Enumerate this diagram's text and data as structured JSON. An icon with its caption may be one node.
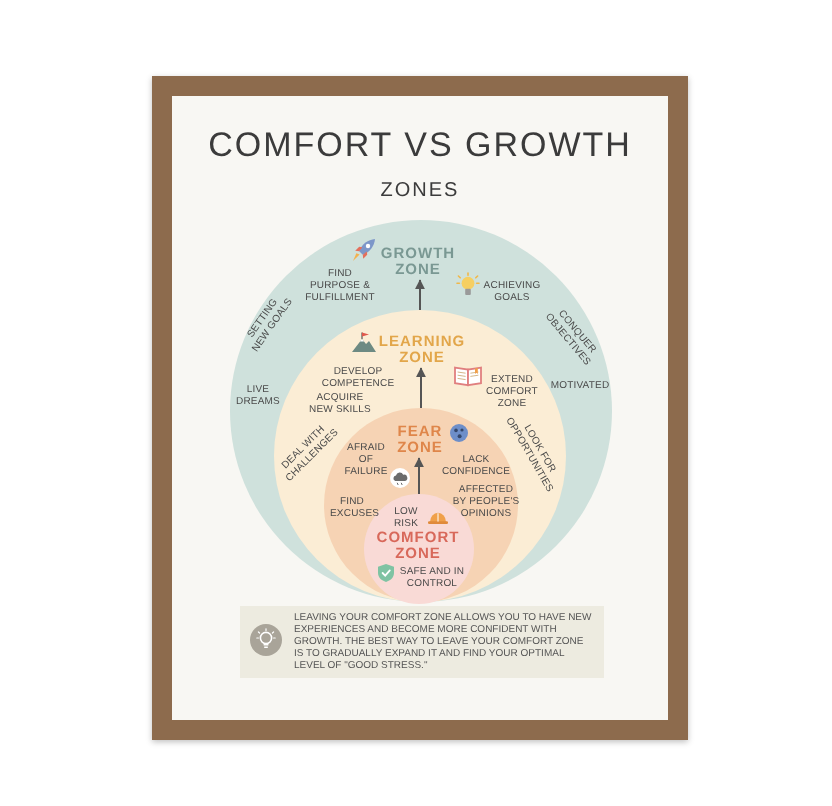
{
  "diagram": {
    "title": "COMFORT VS GROWTH ZONES",
    "caption": "LEAVING YOUR COMFORT ZONE ALLOWS YOU TO HAVE NEW EXPERIENCES AND BECOME MORE CONFIDENT WITH GROWTH. THE BEST WAY TO LEAVE YOUR COMFORT ZONE IS TO GRADUALLY EXPAND IT AND FIND YOUR OPTIMAL LEVEL OF \"GOOD STRESS.\"",
    "nodes": [
      {
        "text": [
          "GROWTH ZONE",
          "FIND PURPOSE & FULFILLMENT",
          "ACHIEVING GOALS",
          "SETTING NEW GOALS",
          "CONQUER OBJECTIVES",
          "LIVE DREAMS",
          "MOTIVATED"
        ]
      },
      {
        "text": [
          "LEARNING ZONE",
          "DEVELOP COMPETENCE",
          "EXTEND COMFORT ZONE",
          "ACQUIRE NEW SKILLS",
          "DEAL WITH CHALLENGES",
          "LOOK FOR OPPORTUNITIES"
        ],
        "in": 0
      },
      {
        "text": [
          "FEAR ZONE",
          "AFRAID OF FAILURE",
          "LACK CONFIDENCE",
          "FIND EXCUSES",
          "AFFECTED BY PEOPLE'S OPINIONS"
        ],
        "in": 1
      },
      {
        "text": [
          "LOW RISK",
          "COMFORT ZONE",
          "SAFE AND IN CONTROL"
        ],
        "in": 2
      }
    ],
    "edges": [
      {
        "from": 3,
        "to": 2,
        "arrow": "to"
      },
      {
        "from": 2,
        "to": 1,
        "arrow": "to"
      },
      {
        "from": 1,
        "to": 0,
        "arrow": "to"
      }
    ]
  }
}
